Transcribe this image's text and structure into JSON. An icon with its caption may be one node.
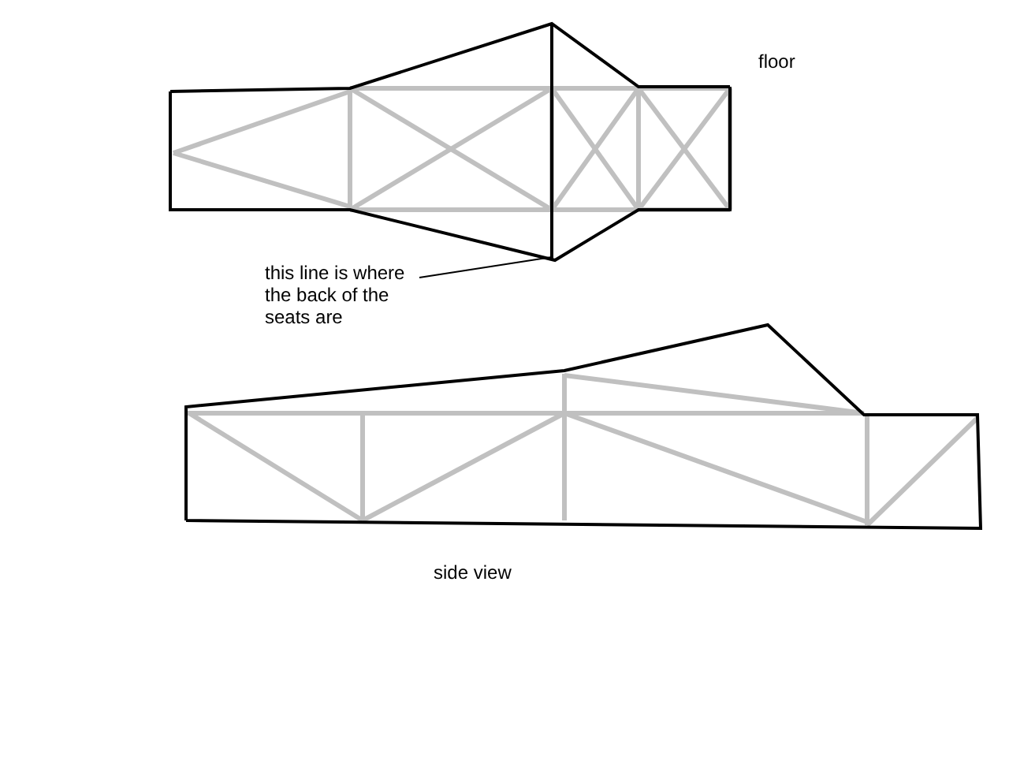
{
  "diagram": {
    "nodes": [
      {
        "text": [
          "this line is where the back of the seats are"
        ]
      },
      {
        "text": [],
        "shape": "line"
      }
    ],
    "edges": [
      {
        "from": 0,
        "to": 1,
        "arrow": "none"
      }
    ],
    "labels": [
      "floor",
      "side view"
    ]
  }
}
